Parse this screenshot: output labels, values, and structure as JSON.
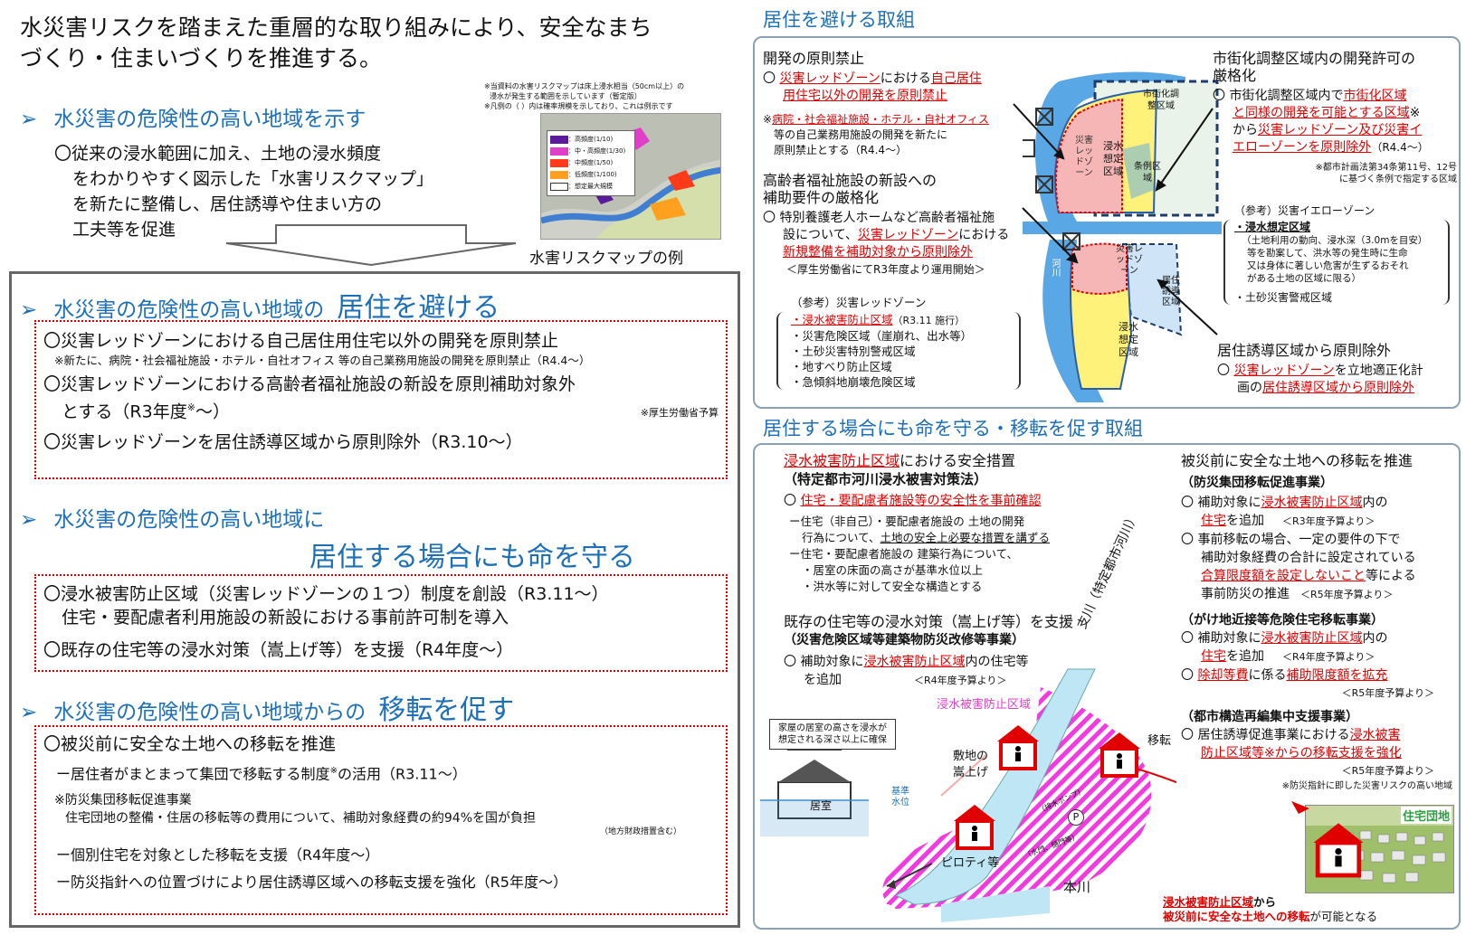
{
  "intro": {
    "line1": "水災害リスクを踏まえた重層的な取り組みにより、安全なまち",
    "line2": "づくり・住まいづくりを推進する。"
  },
  "map_notes": {
    "n1": "※当資料の水害リスクマップは床上浸水相当（50cm以上）の",
    "n2": "浸水が発生する範囲を示しています（暫定版）",
    "n3": "※凡例の（ ）内は確率規模を示しており、これは例示です"
  },
  "legend": [
    "：高頻度(1/10)",
    "：中・高頻度(1/30)",
    "：中頻度(1/50)",
    "：低頻度(1/100)",
    "：想定最大規模"
  ],
  "legend_colors": [
    "#5b1a9c",
    "#e040c8",
    "#ff3a1a",
    "#ffa020",
    "#ffffff"
  ],
  "map_caption": "水害リスクマップの例",
  "show_section": {
    "title": "水災害の危険性の高い地域を示す",
    "b1": "〇従来の浸水範囲に加え、土地の浸水頻度",
    "b2": "をわかりやすく図示した「水害リスクマップ」",
    "b3": "を新たに整備し、居住誘導や住まい方の",
    "b4": "工夫等を促進"
  },
  "avoid": {
    "title_a": "水災害の危険性の高い地域の",
    "title_b": "居住を避ける",
    "i1": "〇災害レッドゾーンにおける自己居住用住宅以外の開発を原則禁止",
    "i1note": "※新たに、病院・社会福祉施設・ホテル・自社オフィス 等の自己業務用施設の開発を原則禁止（R4.4～）",
    "i2a": "〇災害レッドゾーンにおける高齢者福祉施設の新設を原則補助対象外",
    "i2b": "とする（R3年度",
    "i2sup": "※",
    "i2c": "～）",
    "i2note": "※厚生労働省予算",
    "i3": "〇災害レッドゾーンを居住誘導区域から原則除外（R3.10～）"
  },
  "protect": {
    "title_a": "水災害の危険性の高い地域に",
    "title_b": "居住する場合にも命を守る",
    "i1a": "〇浸水被害防止区域（災害レッドゾーンの１つ）制度を創設（R3.11～）",
    "i1b": "住宅・要配慮者利用施設の新設における事前許可制を導入",
    "i2": "〇既存の住宅等の浸水対策（嵩上げ等）を支援（R4年度～）"
  },
  "relocate": {
    "title_a": "水災害の危険性の高い地域からの",
    "title_b": "移転を促す",
    "i1": "〇被災前に安全な土地への移転を推進",
    "i1a": "ー居住者がまとまって集団で移転する制度",
    "i1sup": "※",
    "i1b": "の活用（R3.11～）",
    "note1": "※防災集団移転促進事業",
    "note2": "住宅団地の整備・住居の移転等の費用について、補助対象経費の約94%を国が負担",
    "note3": "（地方財政措置含む）",
    "i2": "ー個別住宅を対象とした移転を支援（R4年度～）",
    "i3": "ー防災指針への位置づけにより居住誘導区域への移転支援を強化（R5年度～）"
  },
  "right_top": {
    "header": "居住を避ける取組",
    "dev_title": "開発の原則禁止",
    "dev1a": "〇 ",
    "dev1b": "災害レッドゾーン",
    "dev1c": "における",
    "dev1d": "自己居住",
    "dev1e": "用住宅以外の開発を原則禁止",
    "dev_note1a": "※",
    "dev_note1b": "病院・社会福祉施設・ホテル・自社オフィス",
    "dev_note2": "等の自己業務用施設の開発を新たに",
    "dev_note3": "原則禁止とする（R4.4～）",
    "eld_title1": "高齢者福祉施設の新設への",
    "eld_title2": "補助要件の厳格化",
    "eld1": "〇 特別養護老人ホームなど高齢者福祉施",
    "eld2a": "設について、",
    "eld2b": "災害レッドゾーン",
    "eld2c": "における",
    "eld3": "新規整備を補助対象から原則除外",
    "eld4": "＜厚生労働省にてR3年度より運用開始＞",
    "ref_title": "（参考）災害レッドゾーン",
    "ref1": "・浸水被害防止区域",
    "ref1b": "（R3.11 施行）",
    "ref2": "・災害危険区域（崖崩れ、出水等）",
    "ref3": "・土砂災害特別警戒区域",
    "ref4": "・地すべり防止区域",
    "ref5": "・急傾斜地崩壊危険区域",
    "urb_title1": "市街化調整区域内の開発許可の",
    "urb_title2": "厳格化",
    "urb1a": "〇 市街化調整区域内で",
    "urb1b": "市街化区域",
    "urb2": "と同様の開発を可能とする区域",
    "urb2b": "※",
    "urb3a": "から",
    "urb3b": "災害レッドゾーン及び災害イ",
    "urb4a": "エローゾーンを原則除外",
    "urb4b": "（R4.4～）",
    "urb_note1": "※都市計画法第34条第11号、12号",
    "urb_note2": "に基づく条例で指定する区域",
    "yel_title": "（参考）災害イエローゾーン",
    "yel1": "・浸水想定区域",
    "yel2": "（土地利用の動向、浸水深（3.0mを目安）",
    "yel3": "等を勘案して、洪水等の発生時に生命",
    "yel4": "又は身体に著しい危害が生ずるおそれ",
    "yel5": "がある土地の区域に限る）",
    "yel6": "・土砂災害警戒区域",
    "res_title": "居住誘導区域から原則除外",
    "res1a": "〇 ",
    "res1b": "災害レッドゾーン",
    "res1c": "を立地適正化計",
    "res2a": "画の",
    "res2b": "居住誘導区域から原則除外",
    "d_urbctrl": "市街化調整区域",
    "d_redzone": "災害レッドゾーン",
    "d_flood": "浸水想定区域",
    "d_ordinance": "条例区域",
    "d_river": "河川",
    "d_redzone2": "災害レッドゾーン",
    "d_resguide": "居住誘導区域",
    "d_flood2": "浸水想定区域"
  },
  "right_bottom": {
    "header": "居住する場合にも命を守る・移転を促す取組",
    "sm_title_a": "浸水被害防止区域",
    "sm_title_b": "における安全措置",
    "sm_sub": "（特定都市河川浸水被害対策法）",
    "sm1a": "〇 ",
    "sm1b": "住宅・要配慮者施設等の安全性を事前確認",
    "sm2": "ー住宅（非自己）・要配慮者施設の 土地の開発",
    "sm3a": "行為について、",
    "sm3b": "土地の安全上必要な措置を講ずる",
    "sm4": "ー住宅・要配慮者施設の 建築行為について、",
    "sm5": "・居室の床面の高さが基準水位以上",
    "sm6": "・洪水等に対して安全な構造とする",
    "ex_title": "既存の住宅等の浸水対策（嵩上げ等）を支援",
    "ex_sub": "（災害危険区域等建築物防災改修等事業）",
    "ex1a": "〇 補助対象に",
    "ex1b": "浸水被害防止区域",
    "ex1c": "内の住宅等",
    "ex2": "を追加",
    "ex2b": "＜R4年度予算より＞",
    "rv_main": "支川（特定都市河川）",
    "rv_zone": "浸水被害防止区域",
    "rv_note1": "家屋の居室の高さを浸水が",
    "rv_note2": "想定される深さ以上に確保",
    "rv_room": "居室",
    "rv_std": "基準水位",
    "rv_raise1": "敷地の",
    "rv_raise2": "嵩上げ",
    "rv_piloti": "ピロティ等",
    "rv_move": "移転",
    "rv_honsen": "本川",
    "rv_pump": "（排水ポンプ）",
    "rv_gate": "（水門、樋門等）",
    "rv_p": "P",
    "mv_title": "被災前に安全な土地への移転を推進",
    "mv_sub": "（防災集団移転促進事業）",
    "mv1a": "〇 補助対象に",
    "mv1b": "浸水被害防止区域",
    "mv1c": "内の",
    "mv2a": "住宅",
    "mv2b": "を追加",
    "mv2c": "＜R3年度予算より＞",
    "mv3": "〇 事前移転の場合、一定の要件の下で",
    "mv4": "補助対象経費の合計に設定されている",
    "mv5a": "合算限度額を設定しないこと",
    "mv5b": "等による",
    "mv6a": "事前防災の推進",
    "mv6b": "＜R5年度予算より＞",
    "cl_sub": "（がけ地近接等危険住宅移転事業）",
    "cl1a": "〇 補助対象に",
    "cl1b": "浸水被害防止区域",
    "cl1c": "内の",
    "cl2a": "住宅",
    "cl2b": "を追加",
    "cl2c": "＜R4年度予算より＞",
    "cl3a": "〇 ",
    "cl3b": "除却等費",
    "cl3c": "に係る",
    "cl3d": "補助限度額を拡充",
    "cl4": "＜R5年度予算より＞",
    "ur_sub": "（都市構造再編集中支援事業）",
    "ur1a": "〇 居住誘導促進事業における",
    "ur1b": "浸水被害",
    "ur2": "防止区域等※からの移転支援を強化",
    "ur3": "＜R5年度予算より＞",
    "ur4": "※防災指針に即した災害リスクの高い地域",
    "photo_label": "住宅団地",
    "photo_cap1a": "浸水被害防止区域",
    "photo_cap1b": "から",
    "photo_cap2a": "被災前に安全な土地への移転",
    "photo_cap2b": "が可能となる"
  }
}
